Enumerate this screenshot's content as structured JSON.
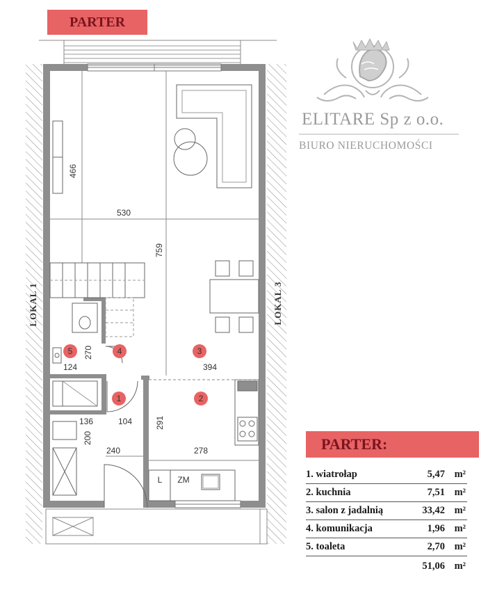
{
  "banner_top": "PARTER",
  "brand": {
    "name": "ELITARE Sp z o.o.",
    "subtitle": "BIURO NIERUCHOMOŚCI"
  },
  "plan": {
    "neighbor_left": "LOKAL 1",
    "neighbor_right": "LOKAL 3",
    "dimensions": {
      "d466": "466",
      "d530": "530",
      "d759": "759",
      "d124": "124",
      "d270": "270",
      "d394": "394",
      "d136": "136",
      "d104": "104",
      "d200": "200",
      "d291": "291",
      "d240": "240",
      "d278": "278"
    },
    "room_numbers": [
      "1",
      "2",
      "3",
      "4",
      "5"
    ],
    "fixtures": {
      "l": "L",
      "zm": "ZM"
    },
    "marker_color": "#e86363"
  },
  "legend": {
    "title": "PARTER:",
    "unit": "m²",
    "rows": [
      {
        "name": "1. wiatrołap",
        "area": "5,47"
      },
      {
        "name": "2. kuchnia",
        "area": "7,51"
      },
      {
        "name": "3. salon z jadalnią",
        "area": "33,42"
      },
      {
        "name": "4. komunikacja",
        "area": "1,96"
      },
      {
        "name": "5. toaleta",
        "area": "2,70"
      }
    ],
    "total": "51,06"
  }
}
